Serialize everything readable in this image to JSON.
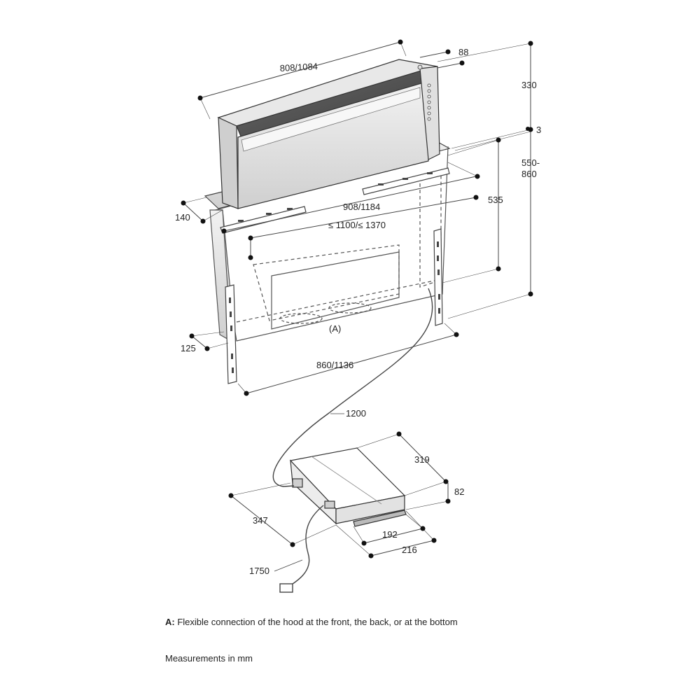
{
  "dimensions": {
    "hood_width": "808/1084",
    "hood_depth": "88",
    "hood_top_height": "330",
    "gap": "3",
    "total_height": "550-860",
    "total_height_line1": "550-",
    "total_height_line2": "860",
    "cutout_height": "535",
    "frame_width": "908/1184",
    "cabinet_width": "≤ 1100/≤ 1370",
    "frame_depth": "140",
    "bracket_depth": "125",
    "base_width": "860/1136",
    "cable_length": "1200",
    "motor_depth": "319",
    "motor_height": "82",
    "motor_width": "347",
    "motor_outlet_inner": "192",
    "motor_outlet_outer": "216",
    "power_cable_length": "1750"
  },
  "callout": "(A)",
  "legend": {
    "marker": "A:",
    "text": "Flexible connection of the hood at the front, the back, or at the bottom"
  },
  "units_note": "Measurements in mm"
}
